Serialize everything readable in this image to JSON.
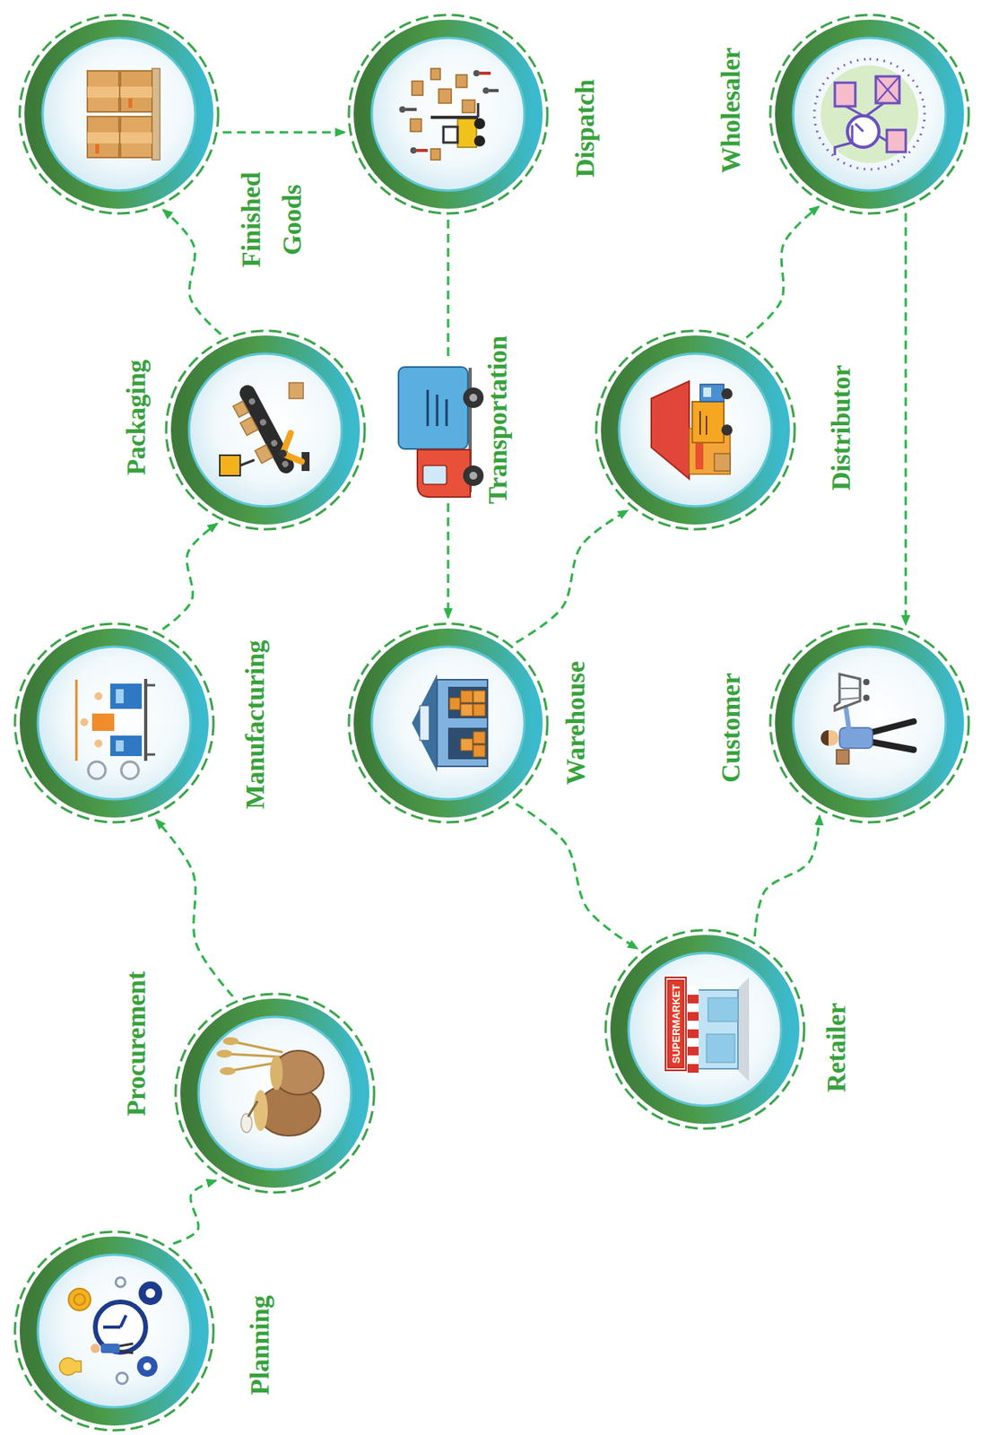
{
  "diagram": {
    "nodes": [
      {
        "text": [
          "Planning"
        ]
      },
      {
        "text": [
          "Procurement"
        ]
      },
      {
        "text": [
          "Manufacturing"
        ]
      },
      {
        "text": [
          "Packaging"
        ]
      },
      {
        "text": [
          "Finished Goods"
        ]
      },
      {
        "text": [
          "Dispatch"
        ]
      },
      {
        "text": [
          "Transportation"
        ]
      },
      {
        "text": [
          "Warehouse"
        ]
      },
      {
        "text": [
          "Distributor"
        ]
      },
      {
        "text": [
          "Wholesaler"
        ]
      },
      {
        "text": [
          "Customer"
        ]
      },
      {
        "text": [
          "Retailer"
        ]
      }
    ],
    "edges": [
      {
        "from": 0,
        "to": 1,
        "arrow": "to"
      },
      {
        "from": 1,
        "to": 2,
        "arrow": "to"
      },
      {
        "from": 2,
        "to": 3,
        "arrow": "to"
      },
      {
        "from": 3,
        "to": 4,
        "arrow": "to"
      },
      {
        "from": 4,
        "to": 5,
        "arrow": "to"
      },
      {
        "from": 5,
        "to": 6,
        "arrow": "none"
      },
      {
        "from": 6,
        "to": 7,
        "arrow": "to"
      },
      {
        "from": 7,
        "to": 8,
        "arrow": "to"
      },
      {
        "from": 7,
        "to": 11,
        "arrow": "to"
      },
      {
        "from": 8,
        "to": 9,
        "arrow": "to"
      },
      {
        "from": 9,
        "to": 10,
        "arrow": "to"
      },
      {
        "from": 11,
        "to": 10,
        "arrow": "to"
      }
    ],
    "labels": [
      "SUPERMARKET"
    ]
  }
}
